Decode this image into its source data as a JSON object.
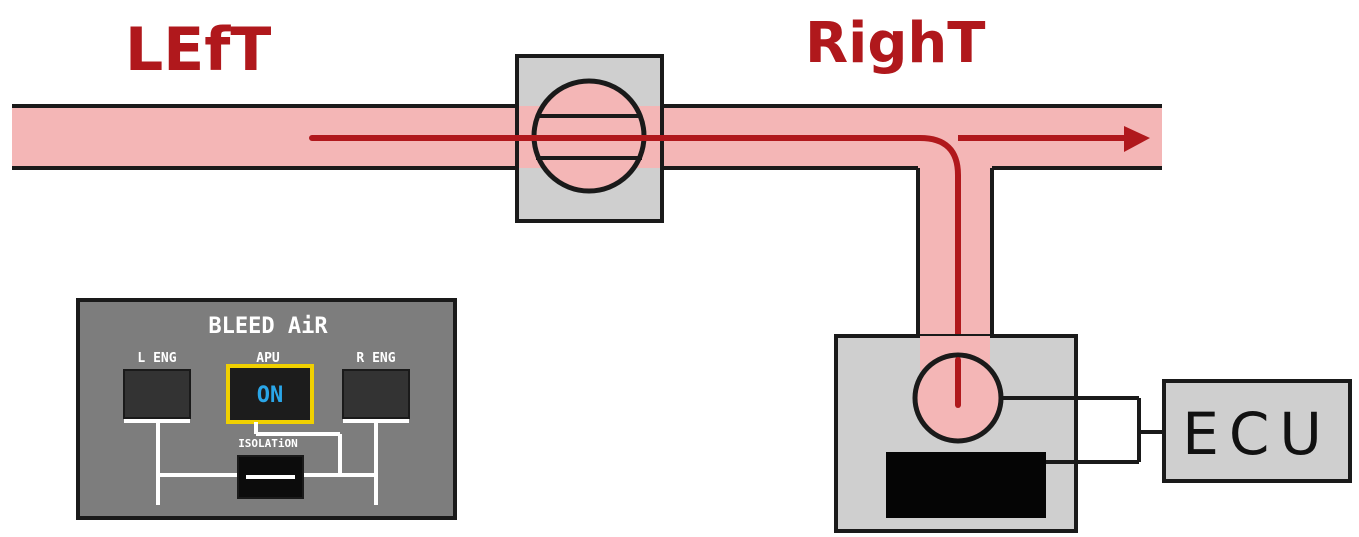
{
  "labels": {
    "left": "LEfT",
    "right": "RighT"
  },
  "panel": {
    "title": "BLEED AiR",
    "l_eng": "L ENG",
    "apu": "APU",
    "r_eng": "R ENG",
    "apu_state": "ON",
    "isolation": "ISOLATiON"
  },
  "ecu": {
    "label": "ECU"
  },
  "colors": {
    "duct_fill": "#f4b6b6",
    "flow_line": "#b0181c",
    "valve_body": "#cfcfcf",
    "panel_bg": "#7d7d7d",
    "apu_highlight": "#f0d000",
    "apu_text": "#2aa6e8"
  }
}
